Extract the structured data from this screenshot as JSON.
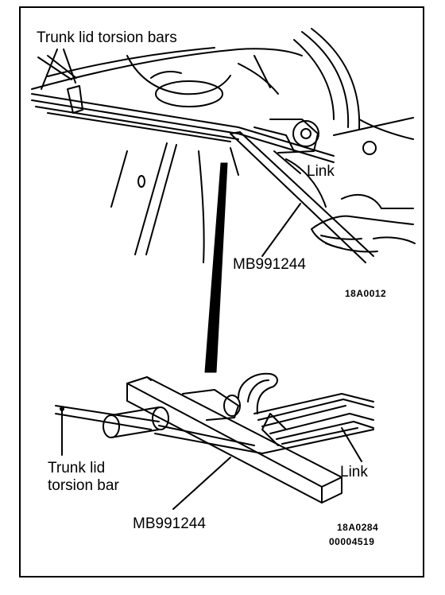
{
  "top": {
    "label_torsion_bars": "Trunk lid torsion bars",
    "label_link": "Link",
    "label_tool": "MB991244",
    "figure_code": "18A0012"
  },
  "bottom": {
    "label_torsion_bar_line1": "Trunk lid",
    "label_torsion_bar_line2": "torsion bar",
    "label_link": "Link",
    "label_tool": "MB991244",
    "figure_code": "18A0284",
    "figure_number": "00004519"
  }
}
